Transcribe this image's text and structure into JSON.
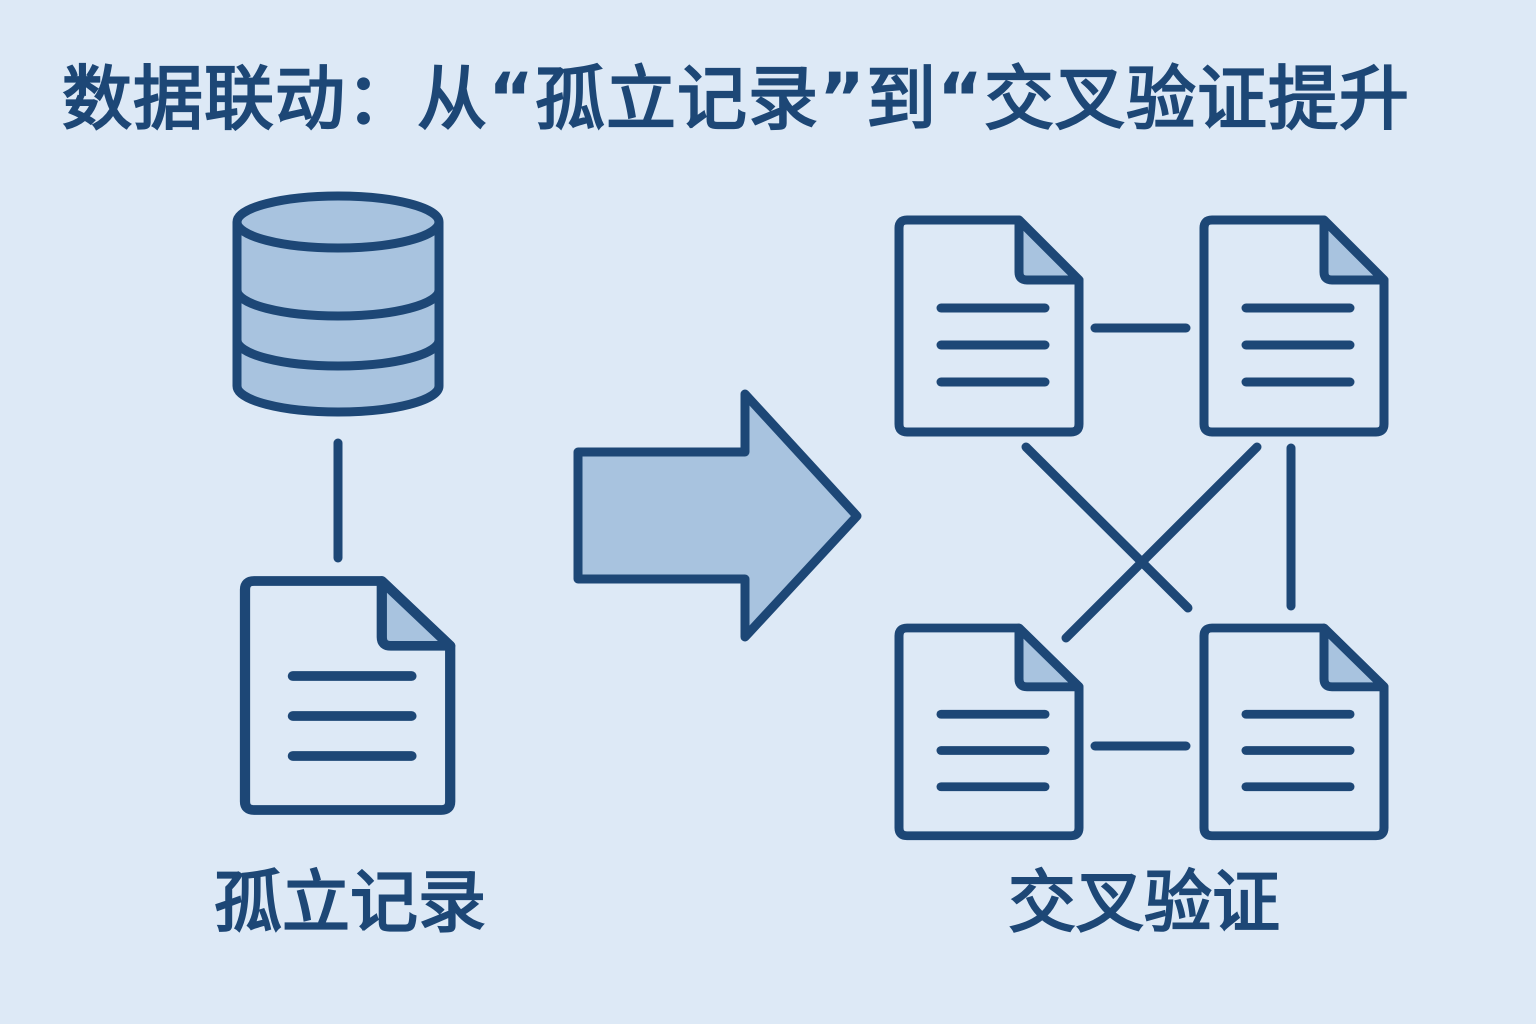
{
  "title": "数据联动：从“孤立记录”到“交叉验证提升",
  "left_group": {
    "label": "孤立记录",
    "icons": [
      "database-icon",
      "document-icon"
    ]
  },
  "right_group": {
    "label": "交叉验证",
    "icons": [
      "document-icon",
      "document-icon",
      "document-icon",
      "document-icon"
    ]
  },
  "arrow_icon": "right-arrow-icon",
  "colors": {
    "background": "#dde9f6",
    "stroke": "#1d4776",
    "fill": "#a8c3df",
    "text": "#1d4776"
  }
}
